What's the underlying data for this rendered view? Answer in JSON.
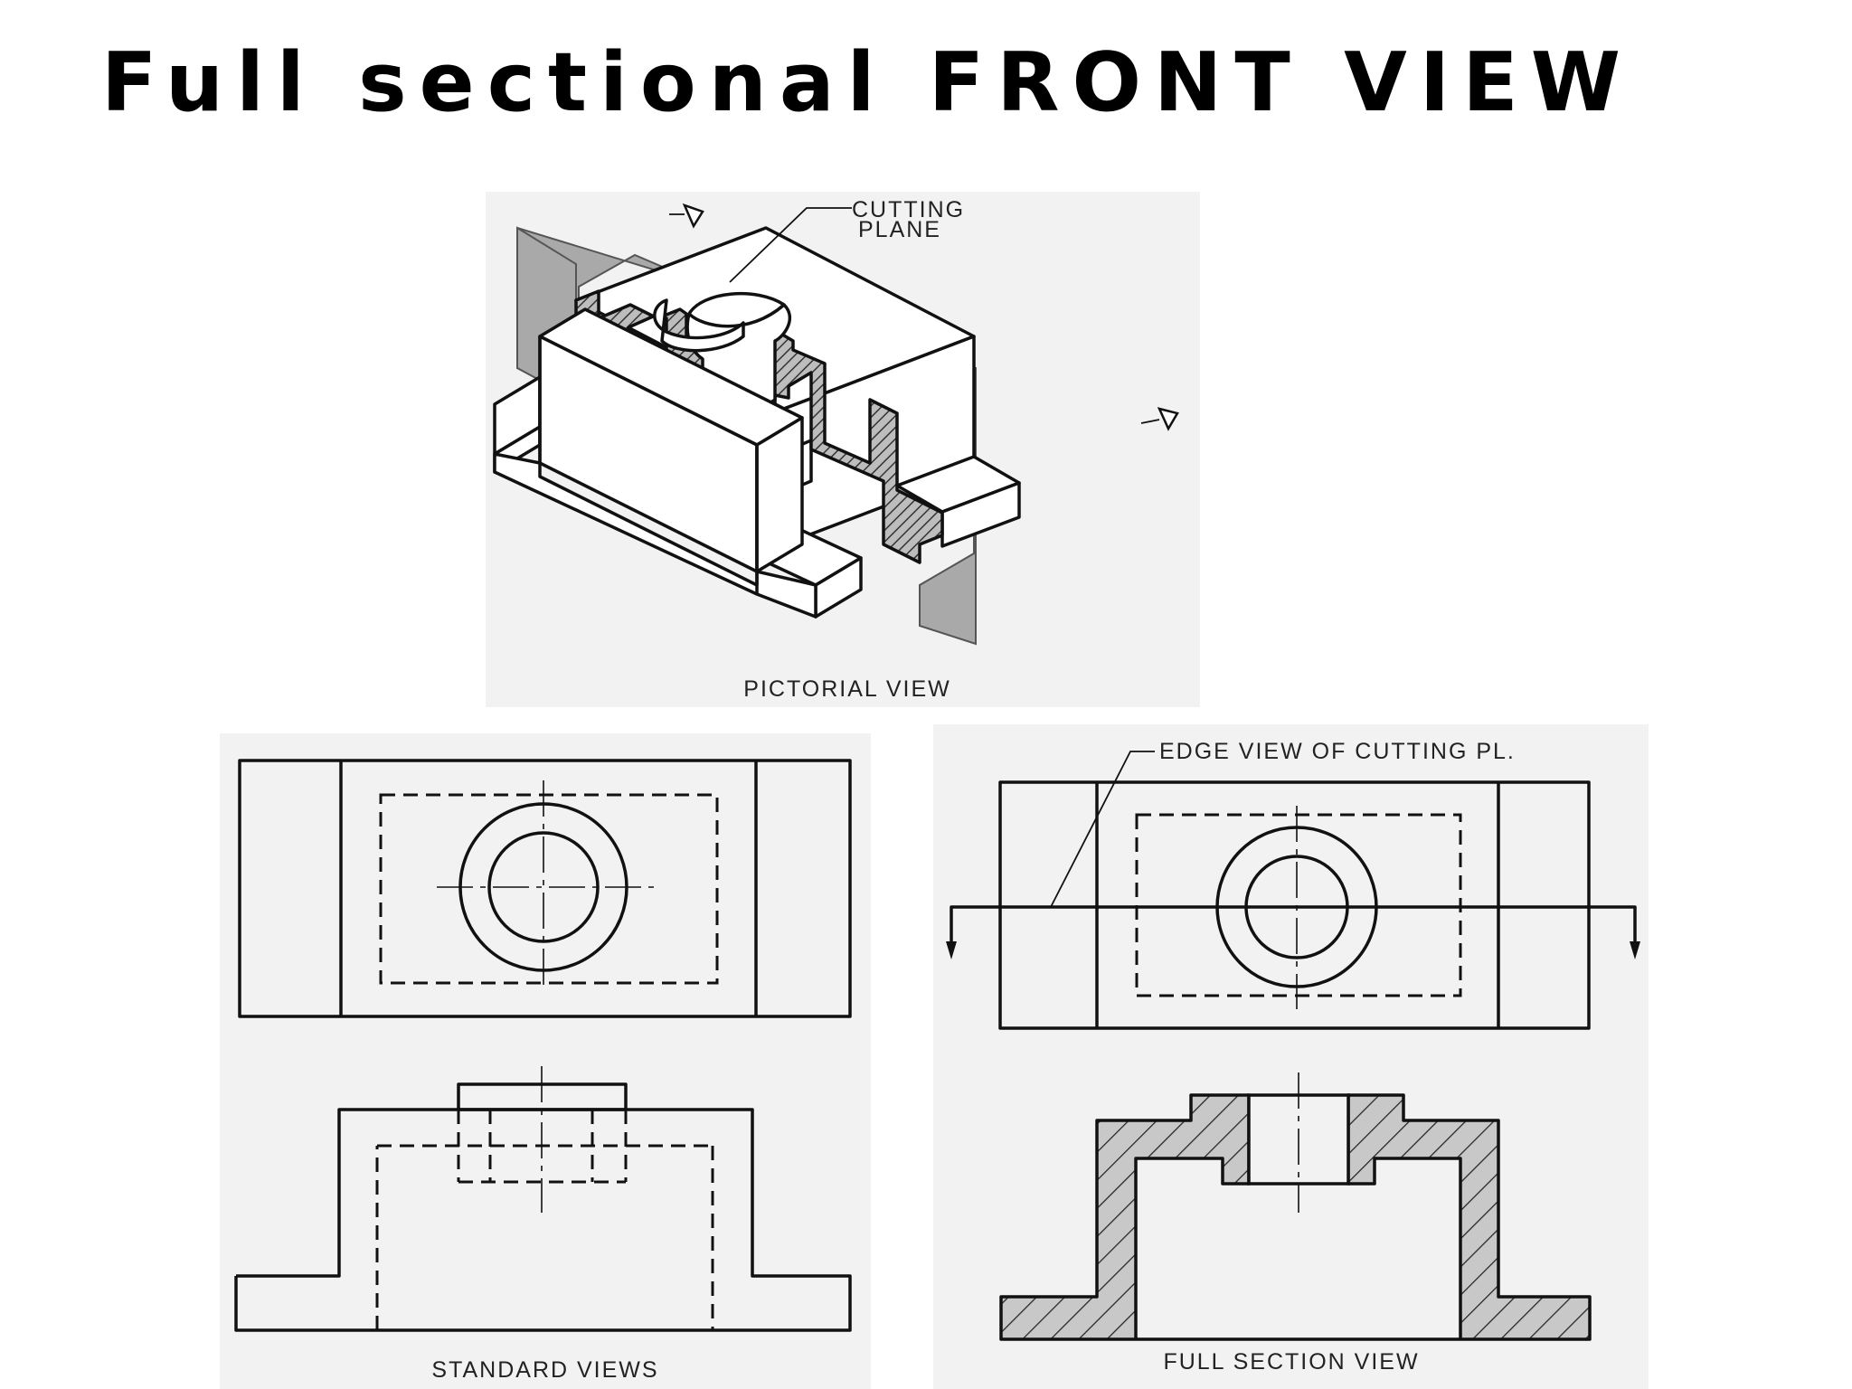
{
  "title": "Full sectional FRONT VIEW",
  "pictorial": {
    "callout_line1": "CUTTING",
    "callout_line2": "PLANE",
    "caption": "PICTORIAL VIEW"
  },
  "standard_views": {
    "caption": "STANDARD VIEWS"
  },
  "section_view": {
    "callout": "EDGE VIEW OF CUTTING PL.",
    "caption": "FULL SECTION VIEW"
  },
  "colors": {
    "background": "#ffffff",
    "panel": "#f2f2f2",
    "line": "#111111",
    "plane": "#a9a9a9"
  }
}
